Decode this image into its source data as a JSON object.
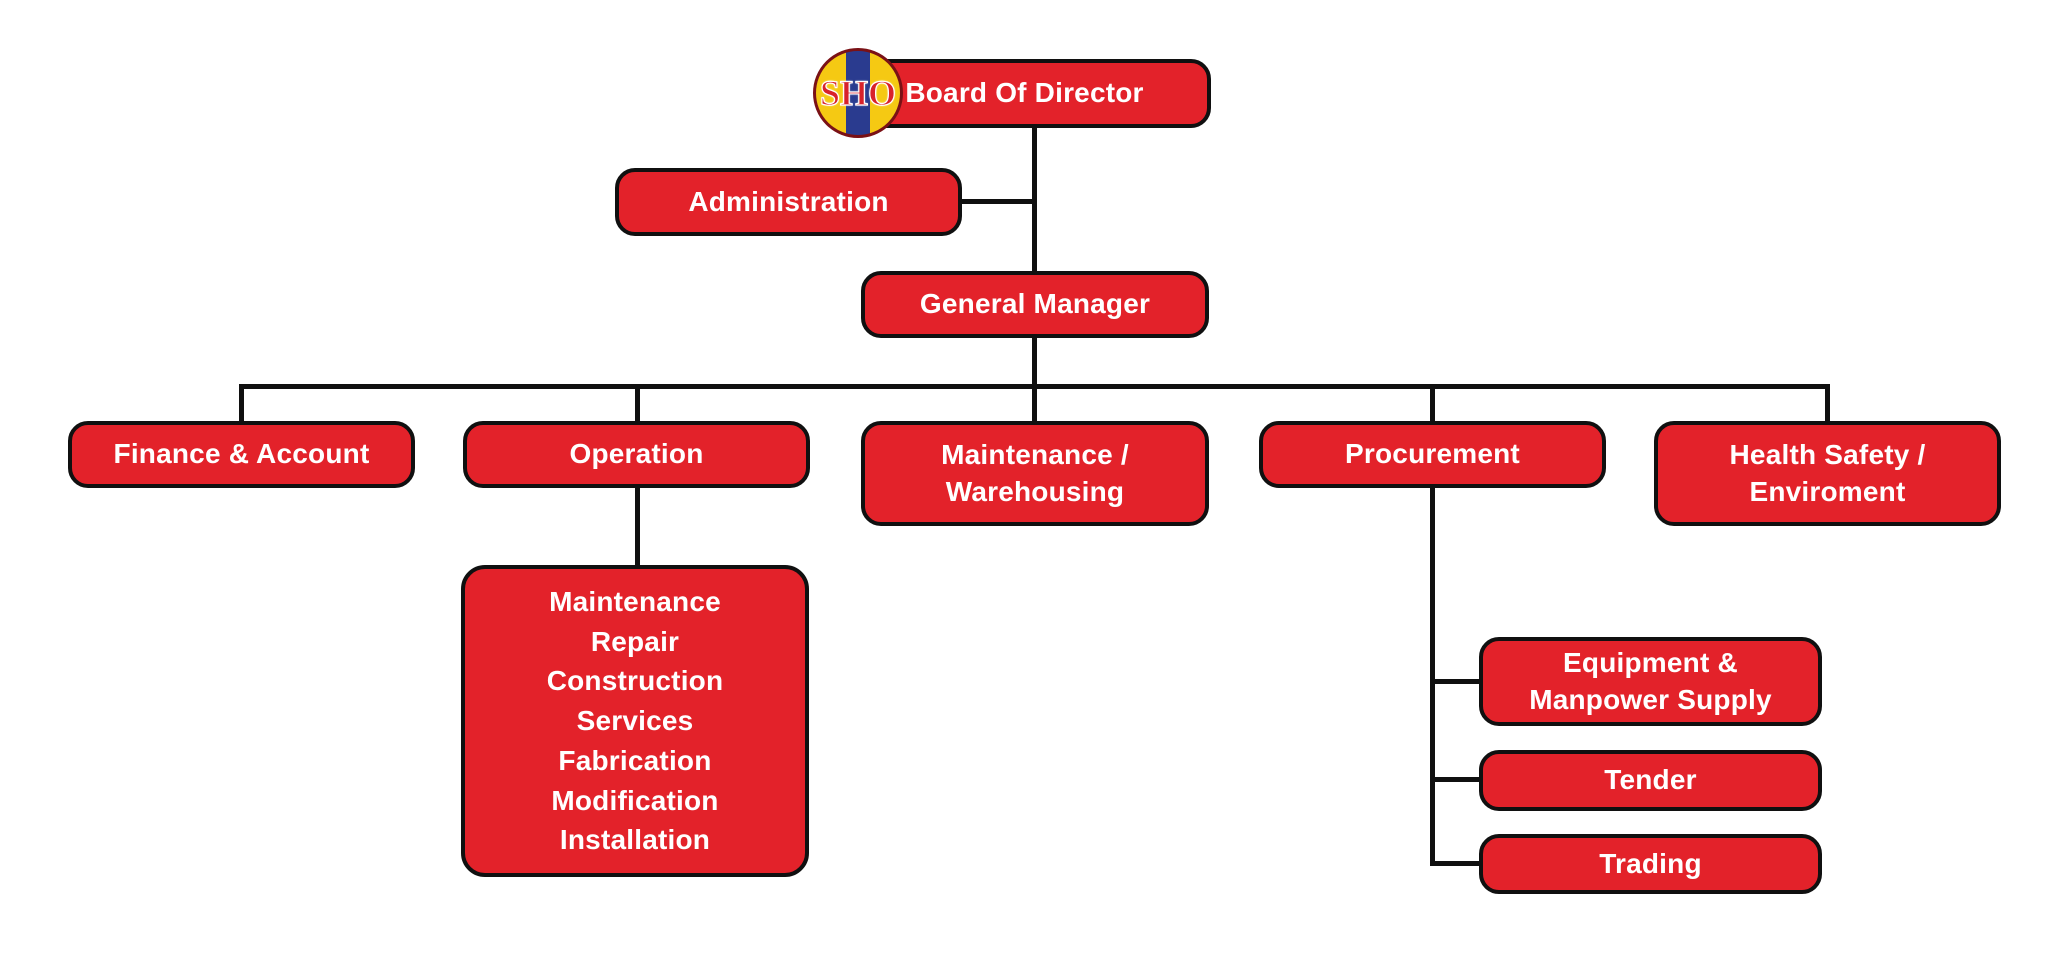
{
  "colors": {
    "box_red": "#E3222A",
    "line_black": "#101010",
    "logo_yellow": "#F5C913",
    "logo_blue": "#2A3B8F"
  },
  "logo": {
    "text": "SHO"
  },
  "nodes": {
    "board": "Board Of Director",
    "administration": "Administration",
    "general_manager": "General Manager",
    "finance": "Finance & Account",
    "operation": "Operation",
    "maintenance_warehousing": "Maintenance /\nWarehousing",
    "procurement": "Procurement",
    "health_safety": "Health Safety /\nEnviroment",
    "operation_details": "Maintenance\nRepair\nConstruction\nServices\nFabrication\nModification\nInstallation",
    "equipment_manpower": "Equipment &\nManpower Supply",
    "tender": "Tender",
    "trading": "Trading"
  }
}
